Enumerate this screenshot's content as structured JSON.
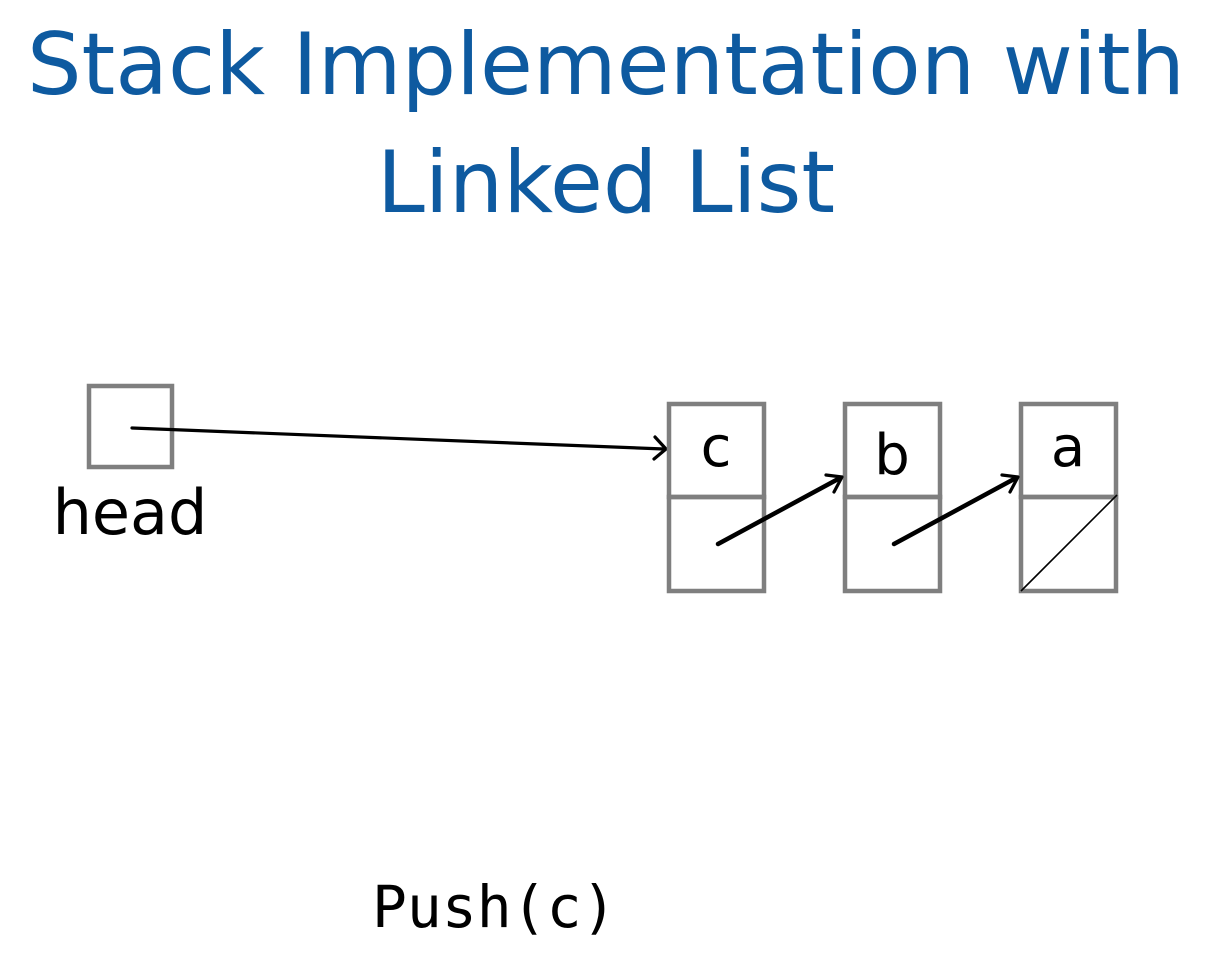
{
  "title": {
    "line1": "Stack Implementation with",
    "line2": "Linked List"
  },
  "head_label": "head",
  "nodes": [
    {
      "value": "c",
      "next": "b"
    },
    {
      "value": "b",
      "next": "a"
    },
    {
      "value": "a",
      "next": null
    }
  ],
  "operation": "Push(c)",
  "colors": {
    "title": "#0e5aa0",
    "box_stroke": "#7f7f7f",
    "pointer": "#000000"
  }
}
